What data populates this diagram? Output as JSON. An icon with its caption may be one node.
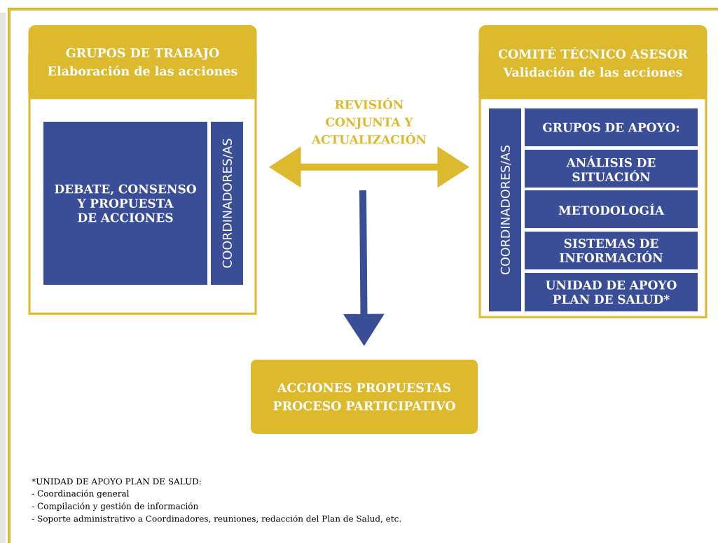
{
  "diagram": {
    "nodes": [
      {
        "text": [
          "GRUPOS DE TRABAJO",
          "Elaboración de las acciones"
        ]
      },
      {
        "text": [],
        "shape": "box"
      },
      {
        "text": [
          "DEBATE, CONSENSO Y PROPUESTA DE ACCIONES"
        ],
        "in": 1
      },
      {
        "text": [
          "COORDINADORES/AS"
        ],
        "in": 1
      },
      {
        "text": [
          "COMITÉ TÉCNICO ASESOR",
          "Validación de las acciones"
        ]
      },
      {
        "text": [],
        "shape": "box"
      },
      {
        "text": [
          "COORDINADORES/AS"
        ],
        "in": 5
      },
      {
        "text": [
          "GRUPOS DE APOYO:"
        ],
        "in": 5
      },
      {
        "text": [
          "ANÁLISIS DE SITUACIÓN"
        ],
        "in": 5
      },
      {
        "text": [
          "METODOLOGÍA"
        ],
        "in": 5
      },
      {
        "text": [
          "SISTEMAS DE INFORMACIÓN"
        ],
        "in": 5
      },
      {
        "text": [
          "UNIDAD DE APOYO PLAN DE SALUD*"
        ],
        "in": 5
      },
      {
        "text": [
          "ACCIONES PROPUESTAS PROCESO PARTICIPATIVO"
        ]
      }
    ],
    "edges": [
      {
        "from": 1,
        "to": 5,
        "arrow": "both",
        "label": "REVISIÓN CONJUNTA Y ACTUALIZACIÓN",
        "color": "#dcb92d"
      },
      {
        "from": null,
        "to": 12,
        "arrow": "to",
        "color": "#3a4e98"
      }
    ],
    "labels": [
      "*UNIDAD DE APOYO PLAN DE SALUD:",
      "- Coordinación general",
      "- Compilación y gestión de información",
      "- Soporte administrativo a Coordinadores, reuniones, redacción del Plan de Salud, etc."
    ]
  }
}
